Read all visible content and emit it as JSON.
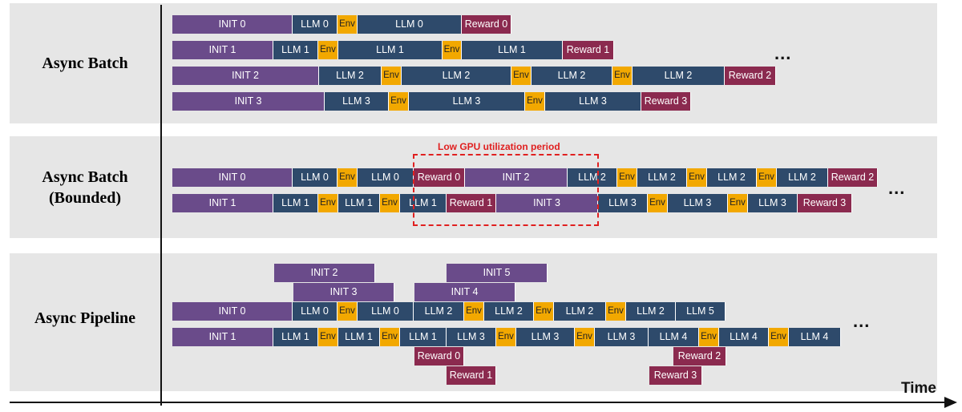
{
  "colors": {
    "init": "#6a4b8a",
    "llm": "#2e4a6b",
    "env": "#f2a800",
    "reward": "#8b2a4f"
  },
  "axis": {
    "time_label": "Time"
  },
  "panels": [
    {
      "label": "Async Batch",
      "ellipsis": "...",
      "rows": [
        [
          [
            "init",
            "INIT 0"
          ],
          [
            "llm",
            "LLM 0"
          ],
          [
            "env",
            "Env"
          ],
          [
            "llm",
            "LLM 0"
          ],
          [
            "reward",
            "Reward 0"
          ]
        ],
        [
          [
            "init",
            "INIT 1"
          ],
          [
            "llm",
            "LLM 1"
          ],
          [
            "env",
            "Env"
          ],
          [
            "llm",
            "LLM 1"
          ],
          [
            "env",
            "Env"
          ],
          [
            "llm",
            "LLM 1"
          ],
          [
            "reward",
            "Reward 1"
          ]
        ],
        [
          [
            "init",
            "INIT 2"
          ],
          [
            "llm",
            "LLM 2"
          ],
          [
            "env",
            "Env"
          ],
          [
            "llm",
            "LLM 2"
          ],
          [
            "env",
            "Env"
          ],
          [
            "llm",
            "LLM 2"
          ],
          [
            "env",
            "Env"
          ],
          [
            "llm",
            "LLM 2"
          ],
          [
            "reward",
            "Reward 2"
          ]
        ],
        [
          [
            "init",
            "INIT 3"
          ],
          [
            "llm",
            "LLM 3"
          ],
          [
            "env",
            "Env"
          ],
          [
            "llm",
            "LLM 3"
          ],
          [
            "env",
            "Env"
          ],
          [
            "llm",
            "LLM 3"
          ],
          [
            "reward",
            "Reward 3"
          ]
        ]
      ]
    },
    {
      "label": "Async Batch\n(Bounded)",
      "ellipsis": "...",
      "callout": "Low GPU utilization period",
      "rows": [
        [
          [
            "init",
            "INIT 0"
          ],
          [
            "llm",
            "LLM 0"
          ],
          [
            "env",
            "Env"
          ],
          [
            "llm",
            "LLM 0"
          ],
          [
            "reward",
            "Reward 0"
          ],
          [
            "init",
            "INIT 2"
          ],
          [
            "llm",
            "LLM 2"
          ],
          [
            "env",
            "Env"
          ],
          [
            "llm",
            "LLM 2"
          ],
          [
            "env",
            "Env"
          ],
          [
            "llm",
            "LLM 2"
          ],
          [
            "env",
            "Env"
          ],
          [
            "llm",
            "LLM 2"
          ],
          [
            "reward",
            "Reward 2"
          ]
        ],
        [
          [
            "init",
            "INIT 1"
          ],
          [
            "llm",
            "LLM 1"
          ],
          [
            "env",
            "Env"
          ],
          [
            "llm",
            "LLM 1"
          ],
          [
            "env",
            "Env"
          ],
          [
            "llm",
            "LLM 1"
          ],
          [
            "reward",
            "Reward 1"
          ],
          [
            "init",
            "INIT 3"
          ],
          [
            "llm",
            "LLM 3"
          ],
          [
            "env",
            "Env"
          ],
          [
            "llm",
            "LLM 3"
          ],
          [
            "env",
            "Env"
          ],
          [
            "llm",
            "LLM 3"
          ],
          [
            "reward",
            "Reward 3"
          ]
        ]
      ]
    },
    {
      "label": "Async Pipeline",
      "ellipsis": "...",
      "rows": [
        [
          [
            "init",
            "INIT 2"
          ],
          [
            "init",
            "INIT 5"
          ]
        ],
        [
          [
            "init",
            "INIT 3"
          ],
          [
            "init",
            "INIT 4"
          ]
        ],
        [
          [
            "init",
            "INIT 0"
          ],
          [
            "llm",
            "LLM 0"
          ],
          [
            "env",
            "Env"
          ],
          [
            "llm",
            "LLM 0"
          ],
          [
            "llm",
            "LLM 2"
          ],
          [
            "env",
            "Env"
          ],
          [
            "llm",
            "LLM 2"
          ],
          [
            "env",
            "Env"
          ],
          [
            "llm",
            "LLM 2"
          ],
          [
            "env",
            "Env"
          ],
          [
            "llm",
            "LLM 2"
          ],
          [
            "llm",
            "LLM 5"
          ]
        ],
        [
          [
            "init",
            "INIT 1"
          ],
          [
            "llm",
            "LLM 1"
          ],
          [
            "env",
            "Env"
          ],
          [
            "llm",
            "LLM 1"
          ],
          [
            "env",
            "Env"
          ],
          [
            "llm",
            "LLM 1"
          ],
          [
            "llm",
            "LLM 3"
          ],
          [
            "env",
            "Env"
          ],
          [
            "llm",
            "LLM 3"
          ],
          [
            "env",
            "Env"
          ],
          [
            "llm",
            "LLM 3"
          ],
          [
            "llm",
            "LLM 4"
          ],
          [
            "env",
            "Env"
          ],
          [
            "llm",
            "LLM 4"
          ],
          [
            "env",
            "Env"
          ],
          [
            "llm",
            "LLM 4"
          ]
        ],
        [
          [
            "reward",
            "Reward 0"
          ],
          [
            "reward",
            "Reward 2"
          ]
        ],
        [
          [
            "reward",
            "Reward 1"
          ],
          [
            "reward",
            "Reward 3"
          ]
        ]
      ]
    }
  ]
}
